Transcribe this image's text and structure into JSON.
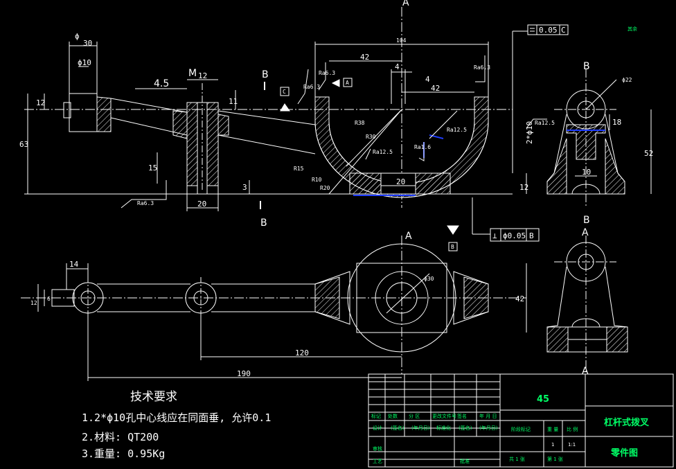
{
  "section_labels": {
    "a_top": "A",
    "a_mid": "A",
    "a_side_top": "A",
    "a_side_bottom": "A",
    "b_front_top": "B",
    "b_front_bottom": "B",
    "b_side_top": "B",
    "b_side_bottom": "B",
    "m": "M"
  },
  "dimensions": {
    "d_phi_top": "ϕ",
    "d_30": "30",
    "d_phi10": "ϕ10",
    "d_12_left": "12",
    "d_63": "63",
    "d_4_5": "4.5",
    "d_12_m": "12",
    "d_11": "11",
    "d_15": "15",
    "d_3": "3",
    "d_20_bottom": "20",
    "d_104": "104",
    "d_42_top": "42",
    "d_4_a": "4",
    "d_4_b": "4",
    "d_42_mid": "42",
    "d_r38": "R38",
    "d_r30": "R30",
    "d_r15": "R15",
    "d_r10": "R10",
    "d_r20": "R20",
    "d_20_base": "20",
    "d_2x10": "2*ϕ10",
    "d_12_right": "12",
    "d_phi22": "ϕ22",
    "d_18": "18",
    "d_10_side": "10",
    "d_52": "52",
    "d_14": "14",
    "d_12_plan": "12",
    "d_6_plan": "6",
    "d_phi30": "ϕ30",
    "d_42_plan": "42",
    "d_120": "120",
    "d_190": "190"
  },
  "roughness": {
    "r1": "Ra6.3",
    "r2": "Ra6.3",
    "r3": "Ra6.3",
    "r4": "Ra12.5",
    "r5": "Ra12.5",
    "r6": "Ra1.6",
    "r7": "Ra12.5",
    "r8": "Ra6.3",
    "others": "其余"
  },
  "tolerances": {
    "parallel": "0.05",
    "parallel_datum": "C",
    "perp": "⊥",
    "perp_value": "ϕ0.05",
    "perp_datum": "B",
    "datum_c": "C",
    "datum_b": "B",
    "datum_marker_top": "A"
  },
  "requirements": {
    "title": "技术要求",
    "item1": "1.2*ϕ10孔中心线应在同面垂, 允许0.1",
    "item2": "2.材料: QT200",
    "item3": "3.重量: 0.95Kg"
  },
  "title_block": {
    "material": "45",
    "part_name": "杠杆式拨叉",
    "drawing_type": "零件图",
    "scale": "1:1",
    "quantity": "1",
    "sheets": "共 1 张",
    "sheet_no": "第 1 张",
    "row_labels": {
      "mark": "标记",
      "count": "处数",
      "zone": "分 区",
      "change_doc": "更改文件号",
      "signature": "签名",
      "date": "年 月 日"
    },
    "design": "设计",
    "sign1": "(签名)",
    "date1": "(年月日)",
    "standardize": "标准化",
    "sign2": "(签名)",
    "date2": "(年月日)",
    "stage_mark": "阶段标记",
    "weight": "重 量",
    "ratio": "比 例",
    "review": "审核",
    "process": "工艺",
    "approve": "批准"
  },
  "colors": {
    "background": "#000000",
    "line": "#ffffff",
    "titleblock_text": "#00ff66",
    "highlight": "#1e3cff"
  }
}
